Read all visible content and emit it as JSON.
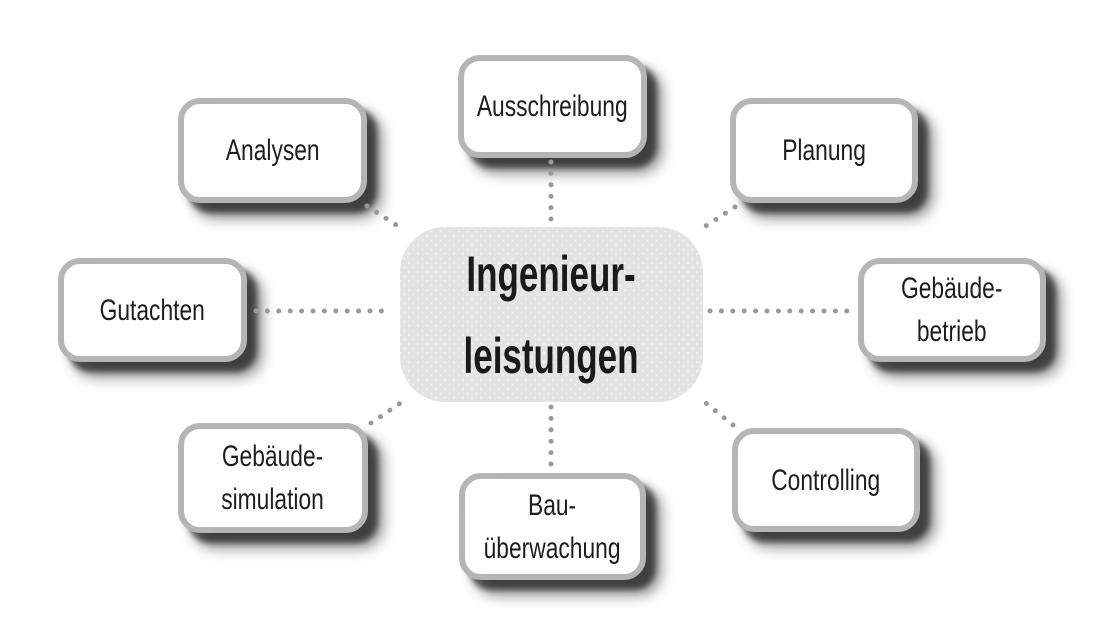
{
  "diagram": {
    "center": {
      "id": "ingenieurleistungen",
      "line1": "Ingenieur-",
      "line2": "leistungen"
    },
    "nodes": {
      "ausschreibung": {
        "label": "Ausschreibung"
      },
      "analysen": {
        "label": "Analysen"
      },
      "planung": {
        "label": "Planung"
      },
      "gutachten": {
        "label": "Gutachten"
      },
      "gebaeude_betrieb": {
        "line1": "Gebäude-",
        "line2": "betrieb"
      },
      "gebaeude_simulation": {
        "line1": "Gebäude-",
        "line2": "simulation"
      },
      "bau_ueberwachung": {
        "line1": "Bau-",
        "line2": "überwachung"
      },
      "controlling": {
        "label": "Controlling"
      }
    },
    "connections": [
      {
        "from": "ingenieurleistungen",
        "to": "ausschreibung"
      },
      {
        "from": "ingenieurleistungen",
        "to": "analysen"
      },
      {
        "from": "ingenieurleistungen",
        "to": "planung"
      },
      {
        "from": "ingenieurleistungen",
        "to": "gutachten"
      },
      {
        "from": "ingenieurleistungen",
        "to": "gebaeude_betrieb"
      },
      {
        "from": "ingenieurleistungen",
        "to": "gebaeude_simulation"
      },
      {
        "from": "ingenieurleistungen",
        "to": "bau_ueberwachung"
      },
      {
        "from": "ingenieurleistungen",
        "to": "controlling"
      }
    ],
    "colors": {
      "background": "#ffffff",
      "node_fill": "#ffffff",
      "node_border": "#b5b5b5",
      "center_fill": "#e3e3e3",
      "text": "#1d1d1b",
      "connector_dot": "#999999",
      "shadow": "rgba(0,0,0,0.72)"
    }
  }
}
